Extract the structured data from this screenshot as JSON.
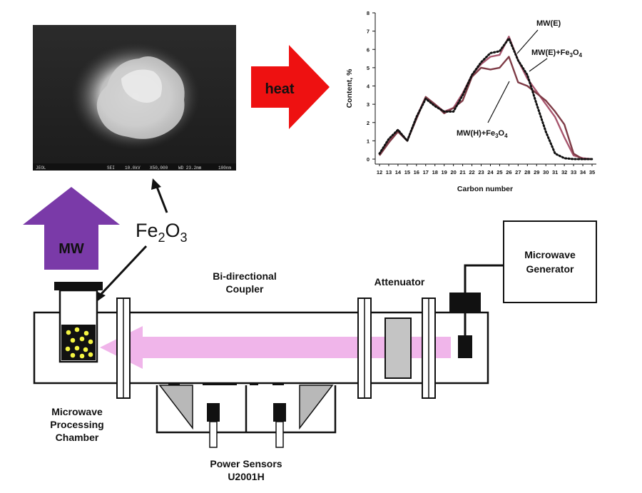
{
  "micrograph": {
    "footer": [
      "JEOL",
      "SEI",
      "10.0kV",
      "X50,000",
      "WD 23.2mm",
      "100nm"
    ]
  },
  "labels": {
    "heat": "heat",
    "mw": "MW",
    "fe2o3_main": "Fe",
    "fe2o3_sub": "2",
    "fe2o3_tail": "O",
    "fe2o3_sub2": "3",
    "bidirectional_1": "Bi-directional",
    "bidirectional_2": "Coupler",
    "attenuator": "Attenuator",
    "generator_1": "Microwave",
    "generator_2": "Generator",
    "chamber_1": "Microwave",
    "chamber_2": "Processing",
    "chamber_3": "Chamber",
    "sensors_1": "Power Sensors",
    "sensors_2": "U2001H"
  },
  "colors": {
    "heat_arrow": "#ee1111",
    "mw_arrow": "#7a3aa8",
    "beam": "#f0b5ea",
    "series_e": "#111111",
    "series_efe": "#a8566e",
    "series_hfe": "#7e3b46",
    "particles": "#f5f542"
  },
  "chart_data": {
    "type": "line",
    "xlabel": "Carbon number",
    "ylabel": "Content, %",
    "ylim": [
      0,
      8
    ],
    "yticks": [
      0,
      1,
      2,
      3,
      4,
      5,
      6,
      7,
      8
    ],
    "categories": [
      12,
      13,
      14,
      15,
      16,
      17,
      18,
      19,
      20,
      21,
      22,
      23,
      24,
      25,
      26,
      27,
      28,
      29,
      30,
      31,
      32,
      33,
      34,
      35
    ],
    "series": [
      {
        "name": "MW(E)",
        "style": "dotted",
        "color": "#111111",
        "values": [
          0.3,
          1.1,
          1.6,
          1.0,
          2.3,
          3.3,
          2.9,
          2.6,
          2.6,
          3.5,
          4.6,
          5.3,
          5.8,
          5.9,
          6.6,
          5.4,
          4.6,
          3.0,
          1.5,
          0.3,
          0.05,
          0.0,
          0.0,
          0.0
        ]
      },
      {
        "name": "MW(E)+Fe3O4",
        "style": "solid",
        "color": "#a8566e",
        "values": [
          0.3,
          1.0,
          1.6,
          1.0,
          2.3,
          3.4,
          3.0,
          2.6,
          2.8,
          3.6,
          4.6,
          5.2,
          5.6,
          5.7,
          6.7,
          5.4,
          4.4,
          3.7,
          3.0,
          2.3,
          1.2,
          0.2,
          0.05,
          0.0
        ]
      },
      {
        "name": "MW(H)+Fe3O4",
        "style": "solid",
        "color": "#7e3b46",
        "values": [
          0.2,
          0.9,
          1.5,
          1.0,
          2.2,
          3.4,
          3.0,
          2.5,
          2.8,
          3.2,
          4.5,
          5.0,
          4.9,
          5.0,
          5.6,
          4.2,
          4.0,
          3.6,
          3.2,
          2.6,
          1.9,
          0.3,
          0.0,
          0.0
        ]
      }
    ],
    "legend_labels": [
      {
        "main": "MW(E)",
        "sub": "",
        "tail": ""
      },
      {
        "main": "MW(E)+Fe",
        "sub": "3",
        "mid": "O",
        "sub2": "4"
      },
      {
        "main": "MW(H)+Fe",
        "sub": "3",
        "mid": "O",
        "sub2": "4"
      }
    ]
  }
}
